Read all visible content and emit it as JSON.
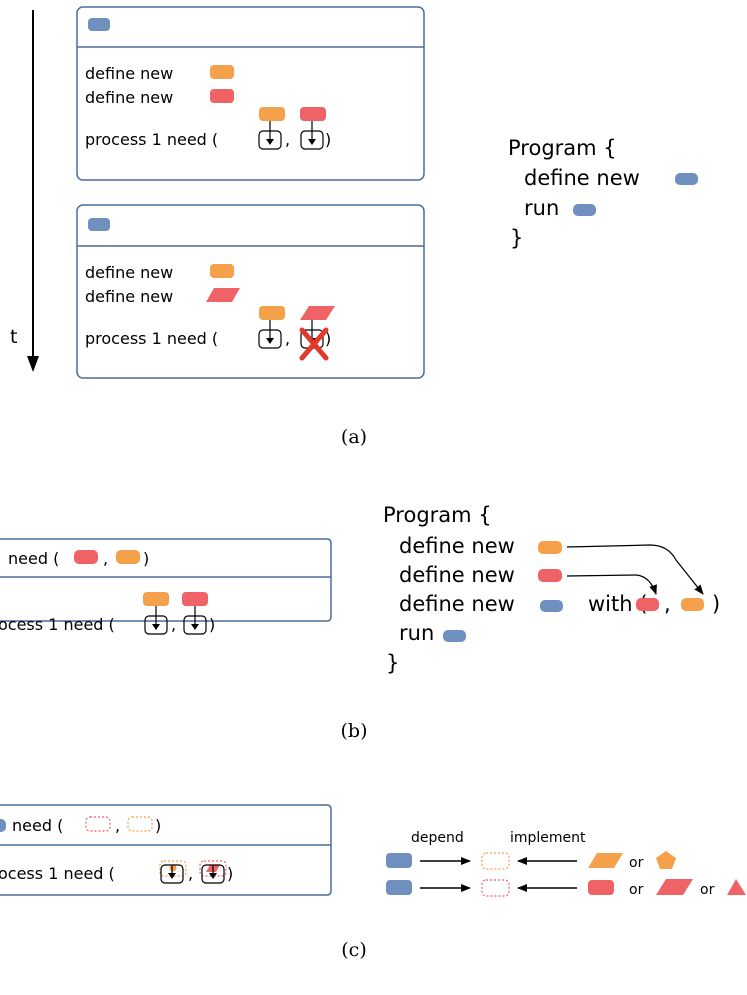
{
  "colors": {
    "blue": "#6f8fbf",
    "orange": "#f5a04a",
    "red": "#ef6266",
    "box_stroke": "#4a6d99",
    "cross": "#e23a2a",
    "text": "#000000"
  },
  "panel_a": {
    "time_label": "t",
    "box1": {
      "line1": "define new",
      "line2": "define new",
      "line3": "process 1 need (",
      "comma": ",",
      "close": ")"
    },
    "box2": {
      "line1": "define new",
      "line2": "define new",
      "line3": "process 1 need (",
      "comma": ",",
      "close": ")"
    },
    "program": {
      "open": "Program {",
      "line1": "define new",
      "line2": "run",
      "close": "}"
    },
    "caption": "(a)"
  },
  "panel_b": {
    "box": {
      "header_text": "need (",
      "header_comma": ",",
      "header_close": ")",
      "line": "ocess 1 need (",
      "comma": ",",
      "close": ")"
    },
    "program": {
      "open": "Program {",
      "line1": "define new",
      "line2": "define new",
      "line3": "define new",
      "with_open": "with (",
      "with_comma": ",",
      "with_close": ")",
      "line4": "run",
      "close": "}"
    },
    "caption": "(b)"
  },
  "panel_c": {
    "box": {
      "header_text": "need (",
      "header_comma": ",",
      "header_close": ")",
      "line": "ocess 1 need (",
      "comma": ",",
      "close": ")"
    },
    "legend": {
      "depend": "depend",
      "implement": "implement",
      "or1": "or",
      "or2": "or",
      "or3": "or"
    },
    "caption": "(c)"
  }
}
